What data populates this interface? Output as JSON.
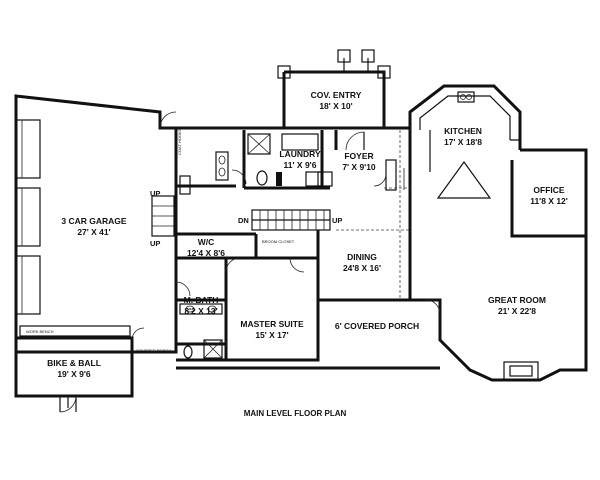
{
  "plan_title": "MAIN LEVEL FLOOR PLAN",
  "rooms": {
    "garage": {
      "name": "3 CAR GARAGE",
      "dims": "27' X 41'"
    },
    "bike": {
      "name": "BIKE & BALL",
      "dims": "19' X 9'6"
    },
    "entry": {
      "name": "COV. ENTRY",
      "dims": "18' X 10'"
    },
    "laundry": {
      "name": "LAUNDRY",
      "dims": "11' X 9'6"
    },
    "foyer": {
      "name": "FOYER",
      "dims": "7' X 9'10"
    },
    "kitchen": {
      "name": "KITCHEN",
      "dims": "17' X 18'8"
    },
    "office": {
      "name": "OFFICE",
      "dims": "11'8 X 12'"
    },
    "wic": {
      "name": "W/C",
      "dims": "12'4 X 8'6"
    },
    "dining": {
      "name": "DINING",
      "dims": "24'8 X 16'"
    },
    "mbath": {
      "name": "M. BATH",
      "dims": "8'2 X 13'"
    },
    "master": {
      "name": "MASTER SUITE",
      "dims": "15' X 17'"
    },
    "porch": {
      "name": "6' COVERED PORCH"
    },
    "great": {
      "name": "GREAT ROOM",
      "dims": "21' X 22'8"
    }
  },
  "annotations": {
    "up1": "UP",
    "up2": "UP",
    "up3": "UP",
    "dn": "DN",
    "work_bench": "WORK BENCH",
    "covered_porch": "COVERED PORCH",
    "broom_closet": "BROOM CLOSET",
    "coat_hooks": "COAT HOOKS"
  }
}
